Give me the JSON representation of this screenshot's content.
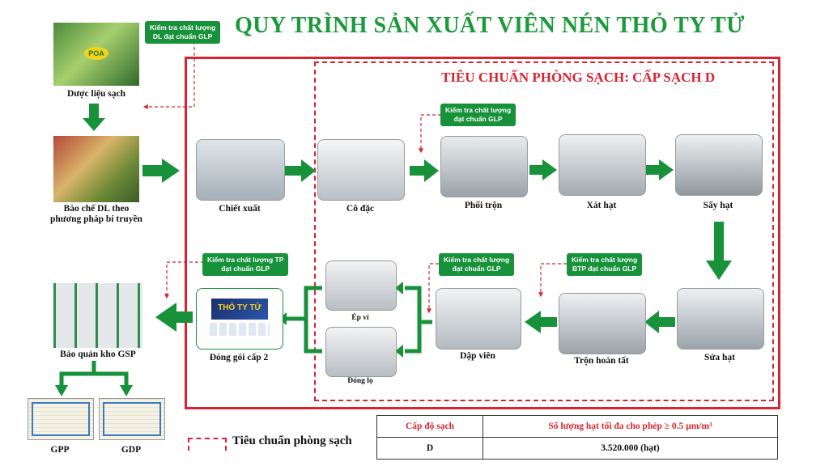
{
  "title": "QUY TRÌNH SẢN XUẤT VIÊN NÉN THỎ TY TỬ",
  "clean_room_title": "TIÊU CHUẨN PHÒNG SẠCH: CẤP SẠCH D",
  "logo_text": "POA",
  "product_brand": "THỎ TY TỬ",
  "steps": {
    "duoc_lieu": "Dược liệu sạch",
    "bao_che_1": "Bào chế DL theo",
    "bao_che_2": "phương pháp bí truyền",
    "chiet_xuat": "Chiết xuất",
    "co_dac": "Cô đặc",
    "phoi_tron": "Phối trộn",
    "xat_hat": "Xát hạt",
    "say_hat": "Sấy hạt",
    "sua_hat": "Sửa hạt",
    "tron_hoan_tat": "Trộn hoàn tất",
    "dap_vien": "Dập viên",
    "ep_vi": "Ép vỉ",
    "dong_lo": "Đóng lọ",
    "dong_goi": "Đóng gói cấp 2",
    "bao_quan": "Bảo quản kho GSP",
    "gpp": "GPP",
    "gdp": "GDP"
  },
  "qc_boxes": {
    "dl_l1": "Kiểm tra chất lượng",
    "dl_l2": "DL đạt chuẩn GLP",
    "glp1_l1": "Kiểm tra chất lượng",
    "glp1_l2": "đạt chuẩn GLP",
    "btp_l1": "Kiểm tra chất lượng",
    "btp_l2": "BTP đạt chuẩn GLP",
    "glp2_l1": "Kiểm tra chất lượng",
    "glp2_l2": "đạt chuẩn GLP",
    "tp_l1": "Kiểm tra chất lượng TP",
    "tp_l2": "đạt chuẩn GLP"
  },
  "legend": "Tiêu chuẩn phòng sạch",
  "spec_table": {
    "header_level": "Cấp độ sạch",
    "header_count": "Số lượng hạt tối đa cho phép ≥ 0.5 µm/m³",
    "level": "D",
    "count": "3.520.000 (hạt)"
  },
  "colors": {
    "green": "#1a9a3a",
    "red": "#d9232e"
  }
}
